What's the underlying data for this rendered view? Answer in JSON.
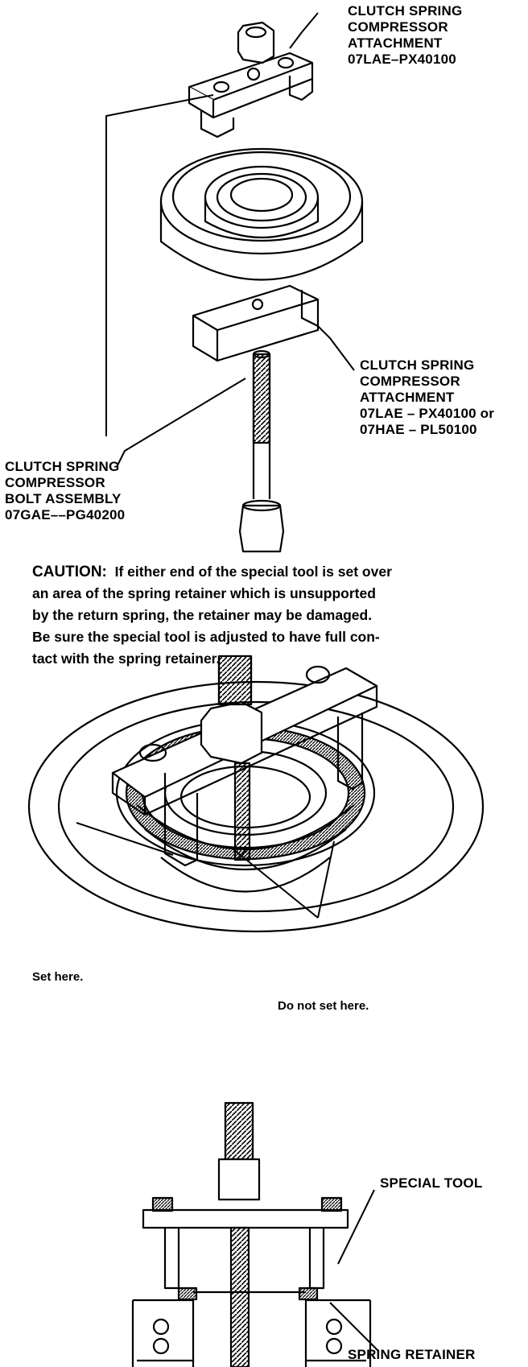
{
  "labels": {
    "top_attachment": [
      "CLUTCH SPRING",
      "COMPRESSOR",
      "ATTACHMENT",
      "07LAE–PX40100"
    ],
    "mid_attachment": [
      "CLUTCH SPRING",
      "COMPRESSOR",
      "ATTACHMENT",
      "07LAE – PX40100 or",
      "07HAE – PL50100"
    ],
    "bolt_assembly": [
      "CLUTCH SPRING",
      "COMPRESSOR",
      "BOLT ASSEMBLY",
      "07GAE––PG40200"
    ],
    "set_here": "Set here.",
    "do_not_set_here": "Do not set here.",
    "special_tool": "SPECIAL TOOL",
    "spring_retainer": "SPRING RETAINER"
  },
  "caution": {
    "heading": "CAUTION:",
    "lines": [
      "If either end of the special tool is set over",
      "an area of the spring retainer which is unsupported",
      "by the return spring, the retainer may be damaged.",
      "Be sure the special tool is adjusted to have full con-",
      "tact with the spring retainer."
    ]
  }
}
